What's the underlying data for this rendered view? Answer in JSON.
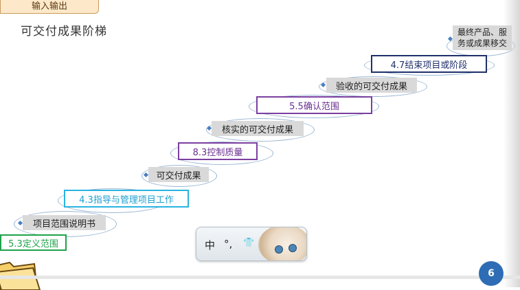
{
  "header": {
    "tab_label": "输入输出",
    "title": "可交付成果阶梯"
  },
  "steps": {
    "s1": "5.3定义范围",
    "s2": "项目范围说明书",
    "s3": "4.3指导与管理项目工作",
    "s4": "可交付成果",
    "s5": "8.3控制质量",
    "s6": "核实的可交付成果",
    "s7": "5.5确认范围",
    "s8": "验收的可交付成果",
    "s9": "4.7结束项目或阶段",
    "s10_line1": "最终产品、服",
    "s10_line2": "务或成果移交"
  },
  "ime": {
    "char1": "中",
    "char2": "°,",
    "char3": "👕"
  },
  "page_number": "6",
  "colors": {
    "green": "#1fa34a",
    "cyan": "#29b3e0",
    "purple": "#7b3fa0",
    "navy": "#1f2f6b",
    "io_gray": "#d9d9d9",
    "page_badge": "#2e6db5"
  }
}
